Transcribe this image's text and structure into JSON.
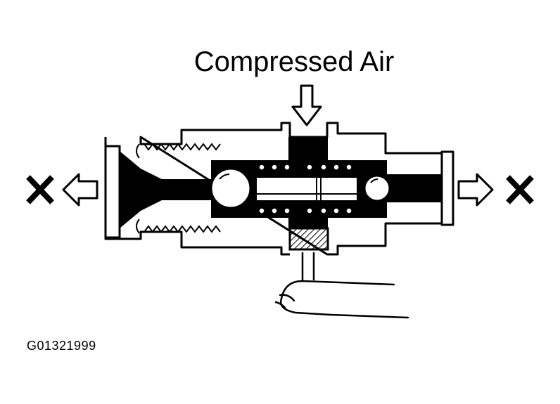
{
  "diagram": {
    "title": "Compressed Air",
    "figure_code": "G01321999",
    "outlet_markers": [
      "X",
      "X"
    ]
  },
  "colors": {
    "ink": "#000000",
    "paper": "#ffffff"
  }
}
